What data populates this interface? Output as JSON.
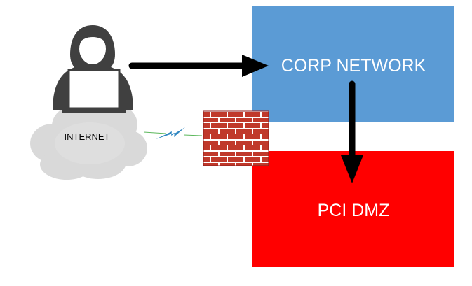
{
  "diagram": {
    "internet_label": "INTERNET",
    "corp_label": "CORP NETWORK",
    "pci_label": "PCI DMZ",
    "icons": {
      "attacker": "hooded-hacker-with-laptop-icon",
      "cloud": "cloud-icon",
      "lightning": "lightning-bolt-icon",
      "firewall": "brick-firewall-icon"
    },
    "colors": {
      "corp_box": "#5b9bd5",
      "pci_box": "#ff0000",
      "box_text": "#ffffff",
      "arrow": "#000000",
      "hacker": "#404040",
      "cloud": "#d9d9d9",
      "brick": "#c0392b",
      "mortar": "#ffffff",
      "lightning": "#2e86c1"
    }
  }
}
